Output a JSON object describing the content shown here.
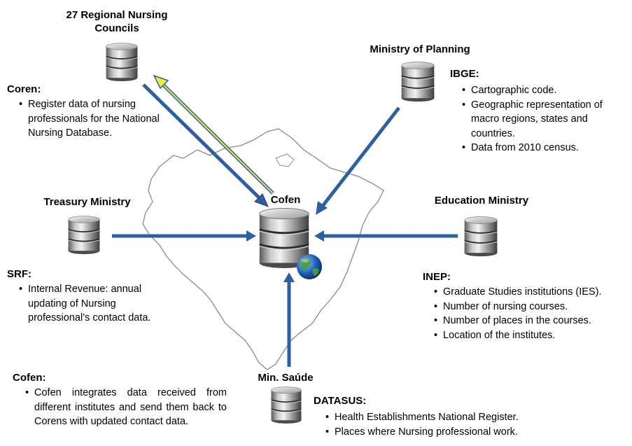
{
  "nodes": {
    "regional": {
      "title": "27 Regional Nursing Councils",
      "icon": "database-icon"
    },
    "planning": {
      "title": "Ministry of Planning",
      "icon": "database-icon"
    },
    "treasury": {
      "title": "Treasury Ministry",
      "icon": "database-icon"
    },
    "education": {
      "title": "Education Ministry",
      "icon": "database-icon"
    },
    "health": {
      "title": "Min. Saúde",
      "icon": "database-icon"
    },
    "center": {
      "title": "Cofen",
      "icon": "database-icon",
      "badge_icon": "globe-icon"
    }
  },
  "map_icon": "brazil-map-outline",
  "sections": {
    "coren": {
      "title": "Coren:",
      "items": [
        "Register data of nursing professionals for the National Nursing Database."
      ]
    },
    "ibge": {
      "title": "IBGE:",
      "items": [
        "Cartographic code.",
        "Geographic representation of macro regions, states and countries.",
        "Data from 2010 census."
      ]
    },
    "srf": {
      "title": "SRF:",
      "items": [
        "Internal Revenue: annual updating of Nursing professional’s contact data."
      ]
    },
    "inep": {
      "title": "INEP:",
      "items": [
        "Graduate Studies institutions (IES).",
        "Number of nursing courses.",
        "Number of places in the courses.",
        "Location of the institutes."
      ]
    },
    "cofen_note": {
      "title": "Cofen:",
      "items": [
        "Cofen integrates data received from different institutes and send them back to Corens with updated contact data."
      ]
    },
    "datasus": {
      "title": "DATASUS:",
      "items": [
        "Health Establishments National Register.",
        "Places where Nursing professional work."
      ]
    }
  },
  "colors": {
    "arrow_blue": "#2e5fa1",
    "arrow_yellow": "#e9f03c",
    "map_outline": "#8a8a8a"
  }
}
